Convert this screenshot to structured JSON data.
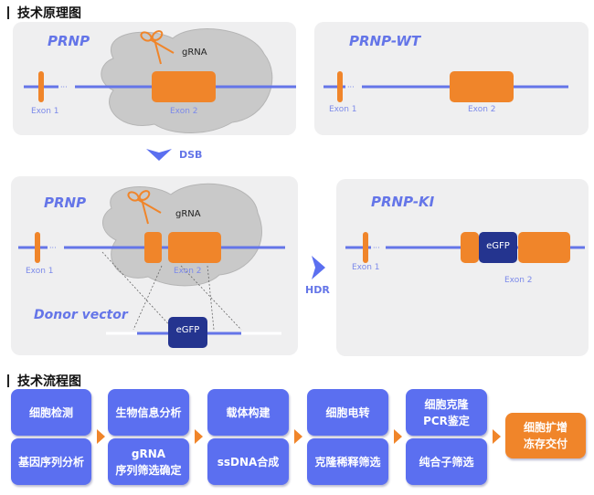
{
  "sections": {
    "principle_title": "技术原理图",
    "workflow_title": "技术流程图"
  },
  "principle": {
    "panel1": {
      "gene": "PRNP",
      "grna": "gRNA",
      "exon1": "Exon 1",
      "exon2": "Exon 2"
    },
    "panel2": {
      "gene": "PRNP-WT",
      "exon1": "Exon 1",
      "exon2": "Exon 2"
    },
    "dsb_label": "DSB",
    "panel3": {
      "gene": "PRNP",
      "grna": "gRNA",
      "exon1": "Exon 1",
      "exon2": "Exon 2",
      "donor": "Donor vector",
      "insert": "eGFP"
    },
    "hdr_label": "HDR",
    "panel4": {
      "gene": "PRNP-KI",
      "exon1": "Exon 1",
      "exon2": "Exon 2",
      "insert": "eGFP"
    }
  },
  "workflow": {
    "columns": [
      {
        "top": "细胞检测",
        "bottom": "基因序列分析"
      },
      {
        "top": "生物信息分析",
        "bottom_line1": "gRNA",
        "bottom_line2": "序列筛选确定"
      },
      {
        "top": "载体构建",
        "bottom": "ssDNA合成"
      },
      {
        "top": "细胞电转",
        "bottom": "克隆稀释筛选"
      },
      {
        "top_line1": "细胞克隆",
        "top_line2": "PCR鉴定",
        "bottom": "纯合子筛选"
      }
    ],
    "final_line1": "细胞扩增",
    "final_line2": "冻存交付"
  },
  "colors": {
    "primary_blue": "#5b6ff0",
    "dna_line": "#6475e8",
    "exon_orange": "#f0852a",
    "egfp_navy": "#24348f",
    "panel_bg": "#efeff0",
    "cas_gray": "#c8c8c8"
  }
}
